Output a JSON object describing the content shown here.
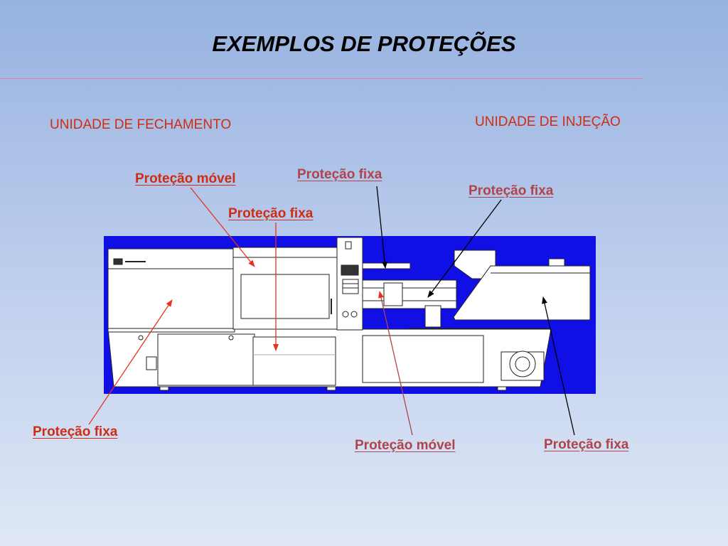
{
  "title": "EXEMPLOS DE PROTEÇÕES",
  "sections": {
    "clamping": "UNIDADE DE FECHAMENTO",
    "injection": "UNIDADE DE INJEÇÃO"
  },
  "callouts": [
    {
      "id": "movel-top",
      "label": "Proteção móvel"
    },
    {
      "id": "fixa-mid",
      "label": "Proteção fixa"
    },
    {
      "id": "fixa-top",
      "label": "Proteção fixa"
    },
    {
      "id": "fixa-right",
      "label": "Proteção fixa"
    },
    {
      "id": "fixa-bottom-left",
      "label": "Proteção fixa"
    },
    {
      "id": "movel-bottom",
      "label": "Proteção móvel"
    },
    {
      "id": "fixa-bottom-right",
      "label": "Proteção fixa"
    }
  ],
  "colors": {
    "machine_background": "#1010e6",
    "callout_red": "#cf2d13",
    "callout_muted": "#b0444a",
    "arrow_red": "#e8321b",
    "arrow_black": "#000000"
  }
}
